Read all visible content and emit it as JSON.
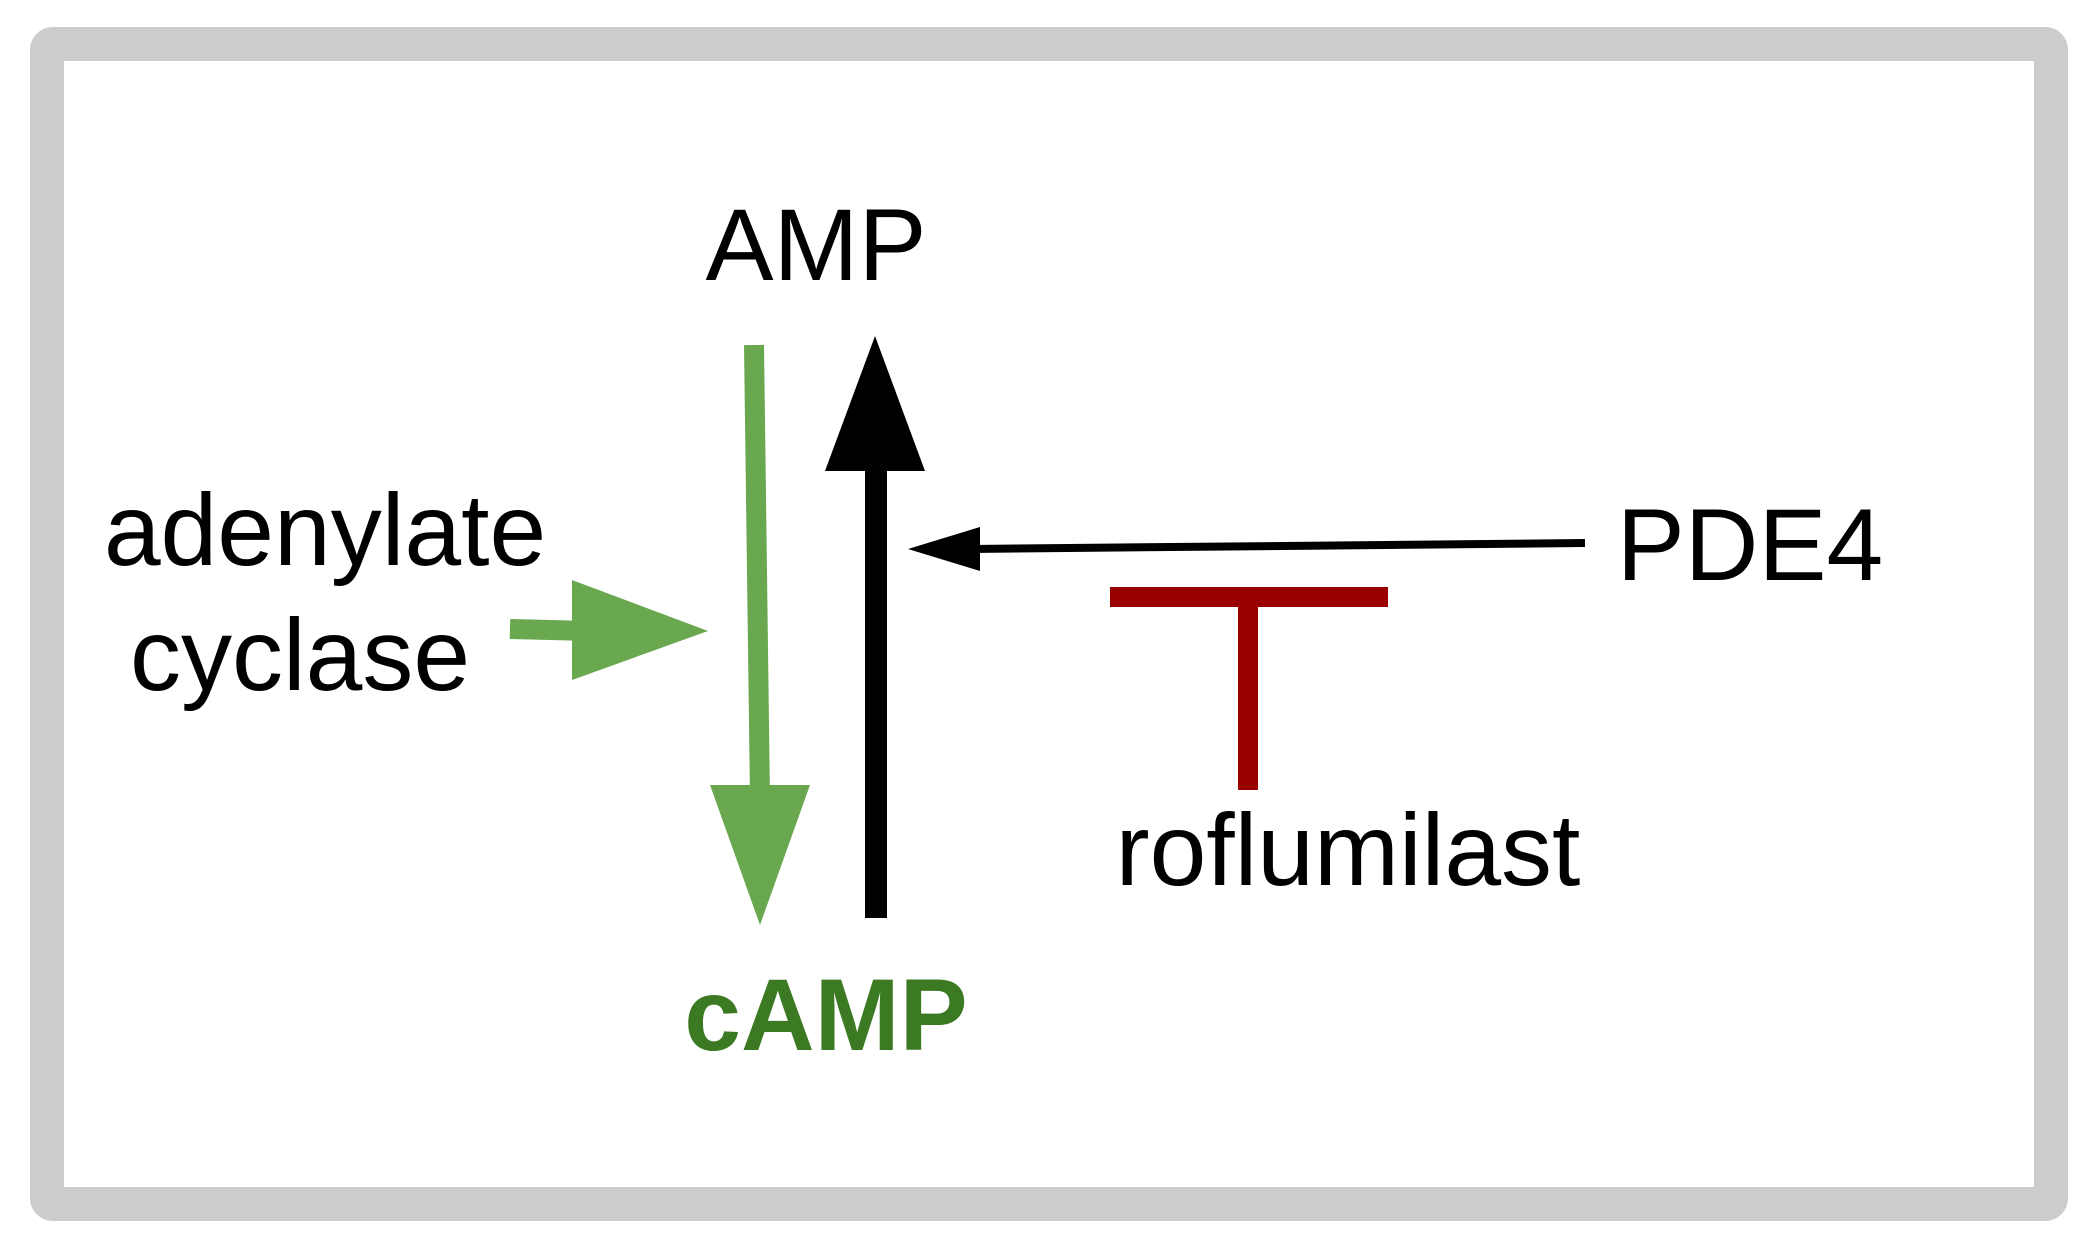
{
  "diagram": {
    "nodes": {
      "amp": "AMP",
      "camp": "cAMP",
      "adenylate_line1": "adenylate",
      "adenylate_line2": "cyclase",
      "pde4": "PDE4",
      "roflumilast": "roflumilast"
    },
    "colors": {
      "frame": "#cccccc",
      "background": "#ffffff",
      "text": "#000000",
      "camp_text": "#3b7a22",
      "green_arrow": "#6aa84f",
      "black_arrow": "#000000",
      "inhibition": "#990000"
    },
    "edges": [
      {
        "from": "amp",
        "to": "camp",
        "color": "green_arrow",
        "kind": "activation"
      },
      {
        "from": "camp",
        "to": "amp",
        "color": "black_arrow",
        "kind": "conversion"
      },
      {
        "from": "adenylate_cyclase",
        "to": "amp-camp",
        "color": "green_arrow",
        "kind": "catalysis"
      },
      {
        "from": "pde4",
        "to": "camp-amp",
        "color": "black_arrow",
        "kind": "catalysis"
      },
      {
        "from": "roflumilast",
        "to": "pde4-edge",
        "color": "inhibition",
        "kind": "inhibition"
      }
    ]
  }
}
